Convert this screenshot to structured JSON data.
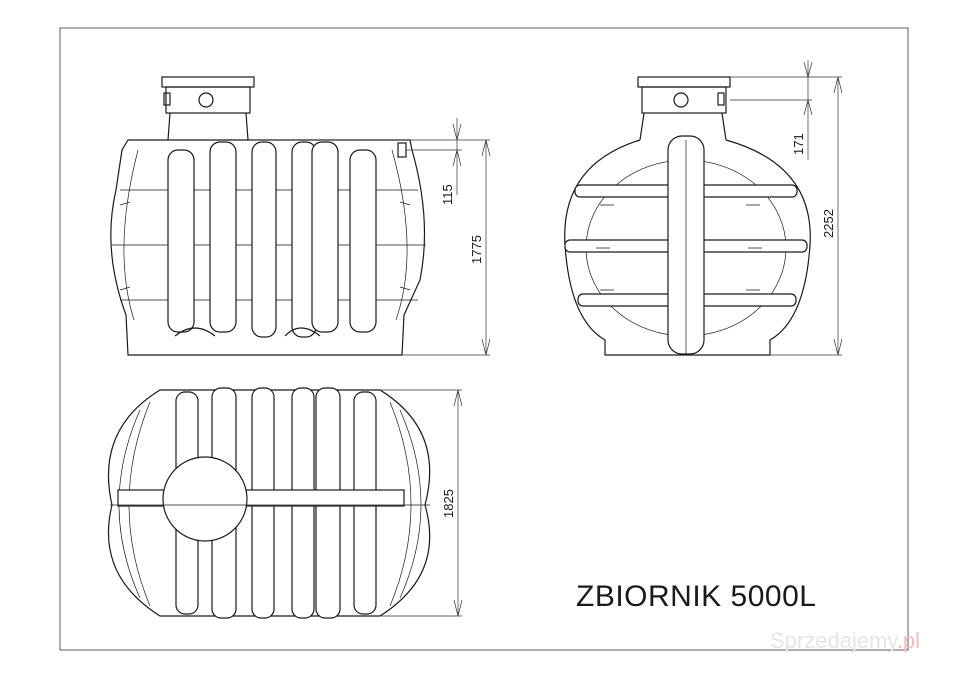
{
  "title": "ZBIORNIK 5000L",
  "watermark": {
    "text": "Sprzedajemy",
    "suffix": ".pl"
  },
  "dimensions": {
    "front_top_offset": "115",
    "front_height": "1775",
    "side_top_offset": "171",
    "side_height": "2252",
    "top_width": "1825"
  },
  "colors": {
    "line": "#1a1a1a",
    "background": "#ffffff"
  }
}
